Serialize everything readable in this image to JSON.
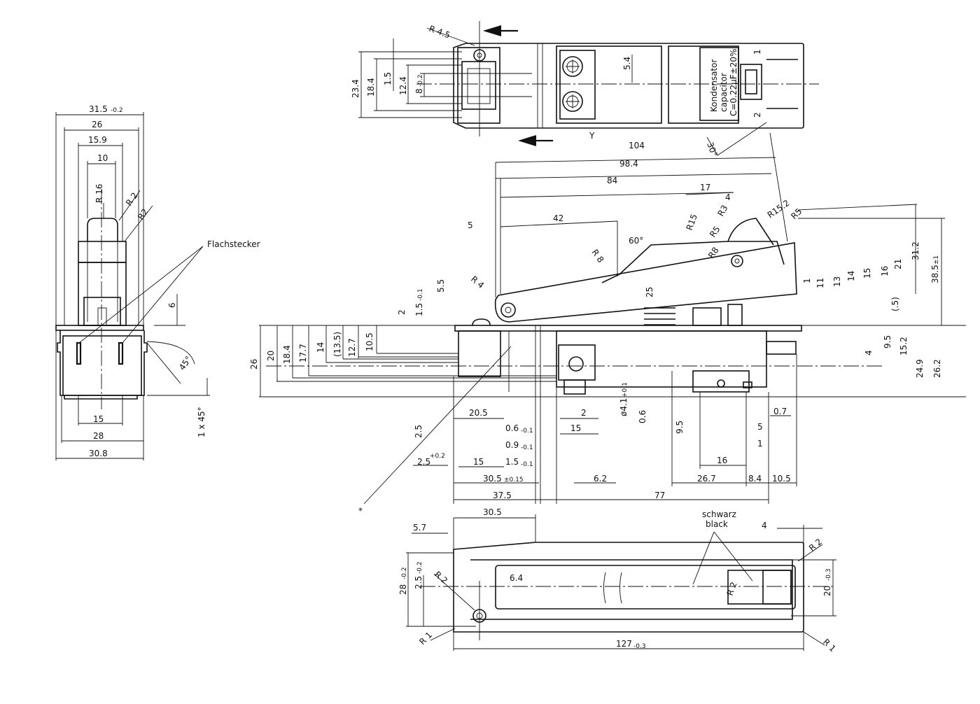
{
  "labels": {
    "flachstecker": "Flachstecker",
    "schwarz": "schwarz",
    "black": "black",
    "kondensator_1": "Kondensator",
    "kondensator_2": "capacitor",
    "kondensator_3": "C=0.22µF±20%",
    "terminal_1": "1",
    "terminal_2": "2",
    "view_y": "Y",
    "asterisk": "*"
  },
  "dims": {
    "d31_5": "31.5",
    "t_m02": "-0.2",
    "d26": "26",
    "d15_9": "15.9",
    "d10": "10",
    "r16": "R 16",
    "r2a": "R 2",
    "r2b": "R2",
    "d6": "6",
    "a45": "45°",
    "c1x45": "1 x 45°",
    "d15": "15",
    "d28": "28",
    "d30_8": "30.8",
    "r4_5": "R 4.5",
    "d23_4": "23.4",
    "d18_4": "18.4",
    "d1_5": "1.5",
    "d12_4": "12.4",
    "d8": "8",
    "d5_4": "5.4",
    "a30": "30°",
    "d104": "104",
    "d98_4": "98.4",
    "d84": "84",
    "d42": "42",
    "d17": "17",
    "d4": "4",
    "d5": "5",
    "r15": "R15",
    "r3": "R3",
    "r5": "R5",
    "r15_2": "R15.2",
    "r8": "R 8",
    "r8b": "R8",
    "a60": "60°",
    "r4": "R 4",
    "d5_5": "5.5",
    "d25": "25",
    "d1_5b": "1.5",
    "t_m01": "-0.1",
    "d2": "2",
    "d1": "1",
    "d11": "11",
    "d13": "13",
    "d14": "14",
    "d15b": "15",
    "d16": "16",
    "d21": "21",
    "d31_2": "31.2",
    "d38_5": "38.5",
    "t_pm1": "±1",
    "d5p": "(.5)",
    "d9_5": "9.5",
    "d4b": "4",
    "d15_2": "15.2",
    "d24_9": "24.9",
    "d26_2": "26.2",
    "d26b": "26",
    "d20": "20",
    "d18_4b": "18.4",
    "d17_7": "17.7",
    "d14b": "14",
    "d13_5": "(13.5)",
    "d12_7": "12.7",
    "d10_5": "10.5",
    "d20_5": "20.5",
    "d0_6": "0.6",
    "d0_9": "0.9",
    "d1_5c": "1.5",
    "d2b": "2",
    "d15c": "15",
    "phi4_1": "ø4.1",
    "t_p01": "+0.1",
    "d0_6b": "0.6",
    "d2_5": "2.5",
    "d2_5b": "2.5",
    "t_p02": "+0.2",
    "d15d": "15",
    "d30_5": "30.5",
    "t_pm015": "±0.15",
    "d6_2": "6.2",
    "d37_5": "37.5",
    "d77": "77",
    "d9_5b": "9.5",
    "d16b": "16",
    "d26_7": "26.7",
    "d8_4": "8.4",
    "d10_5b": "10.5",
    "d0_7": "0.7",
    "d5b": "5",
    "d1b": "1",
    "d30_5b": "30.5",
    "d5_7": "5.7",
    "d4c": "4",
    "r2c": "R 2",
    "r2d": "R 2",
    "r2e": "R 2",
    "d28b": "28",
    "d2_5c": "2.5",
    "d6_4": "6.4",
    "d20b": "20",
    "t_m03": "-0.3",
    "r1a": "R 1",
    "r1b": "R 1",
    "d127": "127"
  }
}
